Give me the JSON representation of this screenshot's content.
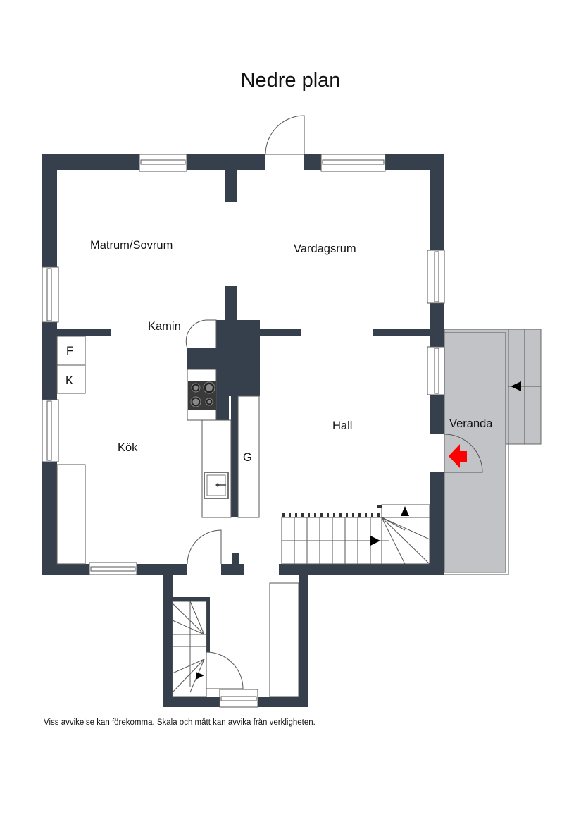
{
  "title": "Nedre plan",
  "disclaimer": "Viss avvikelse kan förekomma. Skala och mått kan avvika från verkligheten.",
  "rooms": {
    "matrum": "Matrum/Sovrum",
    "vardagsrum": "Vardagsrum",
    "kamin": "Kamin",
    "kok": "Kök",
    "hall": "Hall",
    "veranda": "Veranda",
    "garderob": "G",
    "frys": "F",
    "kyl": "K"
  },
  "colors": {
    "wall": "#36404d",
    "veranda": "#c2c3c6",
    "entrance_arrow": "#ff0000",
    "stove": "#3a3a3a"
  },
  "icons": {
    "entrance": "red-entrance-arrow",
    "stairs_direction": "black-triangle-arrow"
  }
}
